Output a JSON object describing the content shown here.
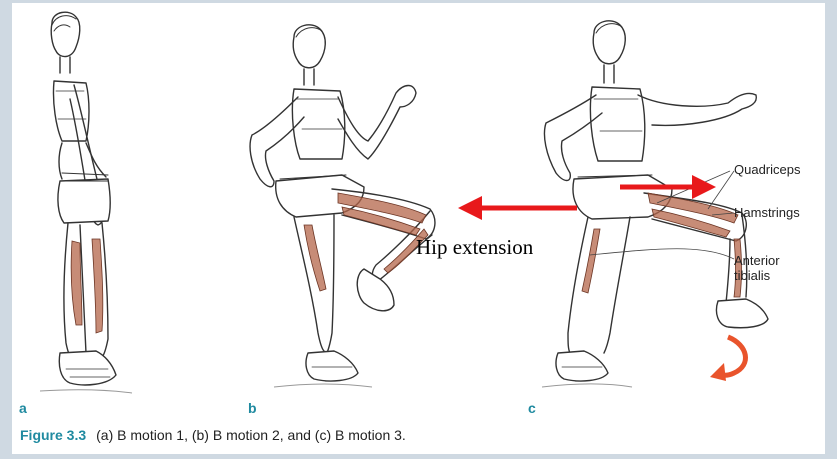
{
  "panels": [
    {
      "letter": "a"
    },
    {
      "letter": "b"
    },
    {
      "letter": "c"
    }
  ],
  "labels": {
    "quadriceps": "Quadriceps",
    "hamstrings": "Hamstrings",
    "anterior_tibialis_line1": "Anterior",
    "anterior_tibialis_line2": "tibialis",
    "hip_extension": "Hip extension"
  },
  "caption": {
    "figure_label": "Figure 3.3",
    "text": "(a) B motion 1, (b) B motion 2, and (c) B motion 3."
  },
  "colors": {
    "arrow": "#e8191b",
    "rotation_arrow": "#e9542c",
    "accent_teal": "#1f8aa0",
    "muscle": "#b4654a",
    "background": "#cfd9e2"
  },
  "icons": [
    "left-arrow-icon",
    "right-arrow-icon",
    "rotation-arrow-icon"
  ]
}
